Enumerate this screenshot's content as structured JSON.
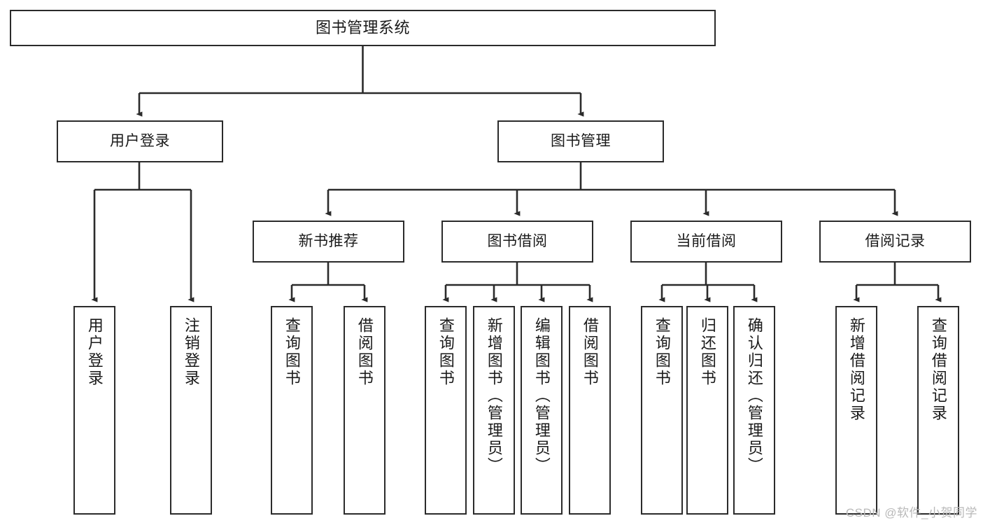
{
  "diagram": {
    "title": "图书管理系统",
    "type": "tree-hierarchy",
    "line_color": "#2b2b2b",
    "box_fill": "#ffffff",
    "background": "#ffffff"
  },
  "nodes": {
    "root": {
      "label": "图书管理系统"
    },
    "level2": [
      {
        "label": "用户登录"
      },
      {
        "label": "图书管理"
      }
    ],
    "level3": [
      {
        "label": "新书推荐"
      },
      {
        "label": "图书借阅"
      },
      {
        "label": "当前借阅"
      },
      {
        "label": "借阅记录"
      }
    ],
    "leaves_user_login": [
      {
        "label": "用户登录"
      },
      {
        "label": "注销登录"
      }
    ],
    "leaves_new_book": [
      {
        "label": "查询图书"
      },
      {
        "label": "借阅图书"
      }
    ],
    "leaves_borrow": [
      {
        "label": "查询图书"
      },
      {
        "label": "新增图书（管理员）"
      },
      {
        "label": "编辑图书（管理员）"
      },
      {
        "label": "借阅图书"
      }
    ],
    "leaves_current": [
      {
        "label": "查询图书"
      },
      {
        "label": "归还图书"
      },
      {
        "label": "确认归还（管理员）"
      }
    ],
    "leaves_record": [
      {
        "label": "新增借阅记录"
      },
      {
        "label": "查询借阅记录"
      }
    ]
  },
  "watermark": {
    "text": "CSDN @软件_小贺同学",
    "color": "#b9b9b9"
  }
}
